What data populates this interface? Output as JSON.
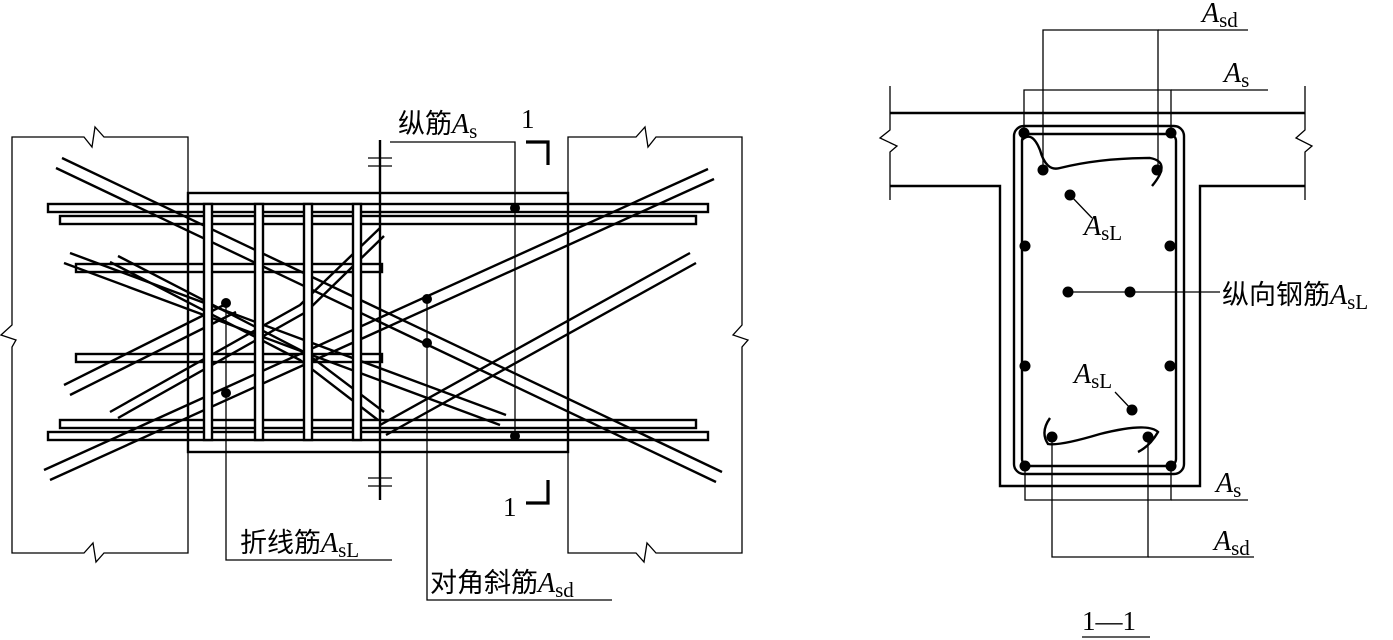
{
  "left_view": {
    "longitudinal_label": "纵筋",
    "longitudinal_symbol": "A",
    "longitudinal_sub": "s",
    "bent_label": "折线筋",
    "bent_symbol": "A",
    "bent_sub": "sL",
    "diagonal_label": "对角斜筋",
    "diagonal_symbol": "A",
    "diagonal_sub": "sd",
    "section_mark_top": "1",
    "section_mark_bottom": "1"
  },
  "right_view": {
    "asd_top_symbol": "A",
    "asd_top_sub": "sd",
    "as_top_symbol": "A",
    "as_top_sub": "s",
    "asl_upper_symbol": "A",
    "asl_upper_sub": "sL",
    "middle_label": "纵向钢筋",
    "middle_symbol": "A",
    "middle_sub": "sL",
    "asl_lower_symbol": "A",
    "asl_lower_sub": "sL",
    "as_bottom_symbol": "A",
    "as_bottom_sub": "s",
    "asd_bottom_symbol": "A",
    "asd_bottom_sub": "sd",
    "section_title": "1—1"
  }
}
